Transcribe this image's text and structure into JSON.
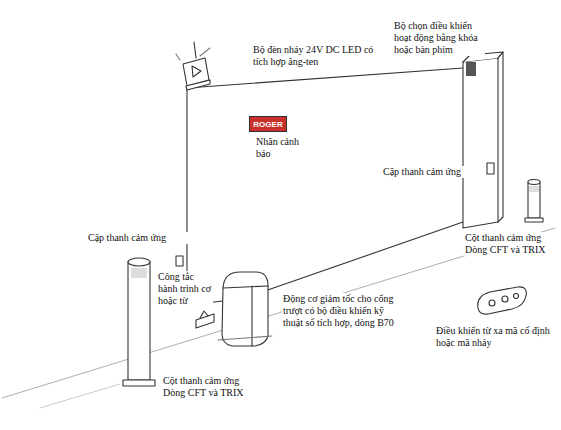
{
  "diagram": {
    "nodes": [
      {
        "text": [
          "ROGER"
        ]
      }
    ],
    "labels": [
      "Bộ đèn nháy 24V DC LED có tích hợp ăng-ten",
      "Bộ chọn điều khiển hoạt động bằng khóa hoặc bàn phím",
      "Nhãn cảnh báo",
      "Cặp thanh cảm ứng",
      "Cặp thanh cảm ứng",
      "Cột thanh cảm ứng Dòng CFT và TRIX",
      "Công tắc hành trình cơ hoặc từ",
      "Động cơ giảm tốc cho cổng trượt có bộ điều khiển kỹ thuật số tích hợp, dòng B70",
      "Điều khiển từ xa mã cố định hoặc mã nháy",
      "Cột thanh cảm ứng Dòng CFT và TRIX"
    ]
  }
}
